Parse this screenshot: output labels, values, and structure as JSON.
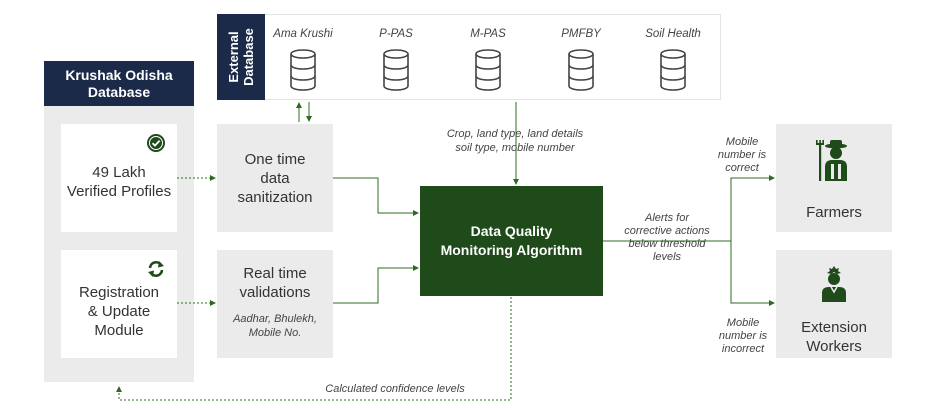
{
  "krushak": {
    "title_line1": "Krushak Odisha",
    "title_line2": "Database",
    "verified_line1": "49 Lakh",
    "verified_line2": "Verified Profiles",
    "registration_line1": "Registration",
    "registration_line2": "& Update",
    "registration_line3": "Module"
  },
  "external": {
    "label_line1": "External",
    "label_line2": "Database",
    "databases": [
      "Ama Krushi",
      "P-PAS",
      "M-PAS",
      "PMFBY",
      "Soil Health"
    ]
  },
  "process": {
    "sanitization_line1": "One time",
    "sanitization_line2": "data",
    "sanitization_line3": "sanitization",
    "validation_line1": "Real time",
    "validation_line2": "validations",
    "validation_note_line1": "Aadhar, Bhulekh,",
    "validation_note_line2": "Mobile No."
  },
  "algorithm": {
    "line1": "Data Quality",
    "line2": "Monitoring Algorithm",
    "input_line1": "Crop, land type, land details",
    "input_line2": "soil type, mobile number",
    "alert_line1": "Alerts for",
    "alert_line2": "corrective actions",
    "alert_line3": "below threshold",
    "alert_line4": "levels",
    "confidence": "Calculated confidence levels"
  },
  "outputs": {
    "correct_line1": "Mobile",
    "correct_line2": "number is",
    "correct_line3": "correct",
    "incorrect_line1": "Mobile",
    "incorrect_line2": "number is",
    "incorrect_line3": "incorrect",
    "farmers": "Farmers",
    "extension_line1": "Extension",
    "extension_line2": "Workers"
  },
  "colors": {
    "navy": "#1b2a49",
    "dark_green": "#1f4a1a",
    "arrow_green": "#2e6b22",
    "panel_gray": "#ebebeb"
  },
  "icons": [
    "check-badge-icon",
    "refresh-icon",
    "database-icon",
    "farmer-icon",
    "extension-worker-icon"
  ]
}
